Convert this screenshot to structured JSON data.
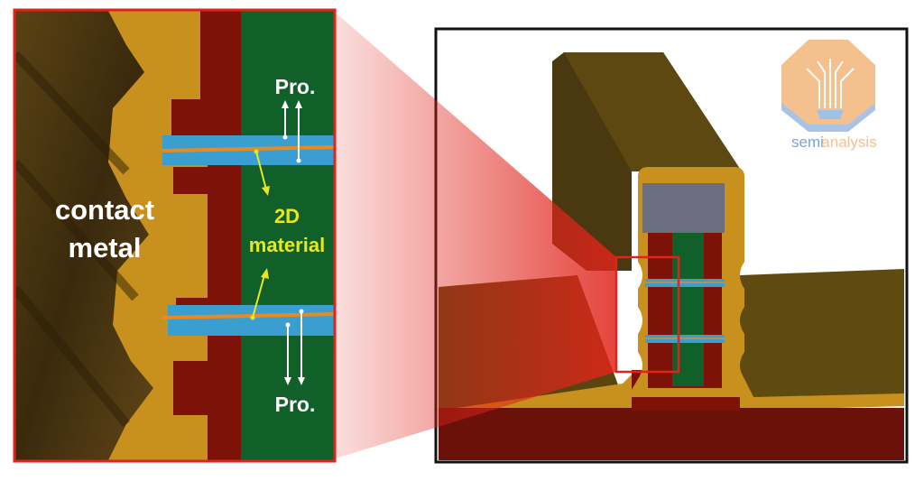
{
  "zoom_panel": {
    "contact_label_line1": "contact",
    "contact_label_line2": "metal",
    "pro_top": "Pro.",
    "pro_bottom": "Pro.",
    "material_line1": "2D",
    "material_line2": "material"
  },
  "logo": {
    "brand_part1": "semi",
    "brand_part2": "analysis"
  },
  "colors": {
    "contact_metal": "#4a3510",
    "liner_gold": "#c8901c",
    "dielectric_red": "#7d1208",
    "channel_green": "#11602a",
    "blue_layer": "#3a9fd0",
    "orange_layer": "#e88a1e",
    "highlight_red": "#e0241a",
    "gate_gray": "#6d6d80",
    "label_yellow": "#e8e820",
    "logo_blue": "#7aa3d8",
    "logo_peach": "#f4c08e"
  }
}
